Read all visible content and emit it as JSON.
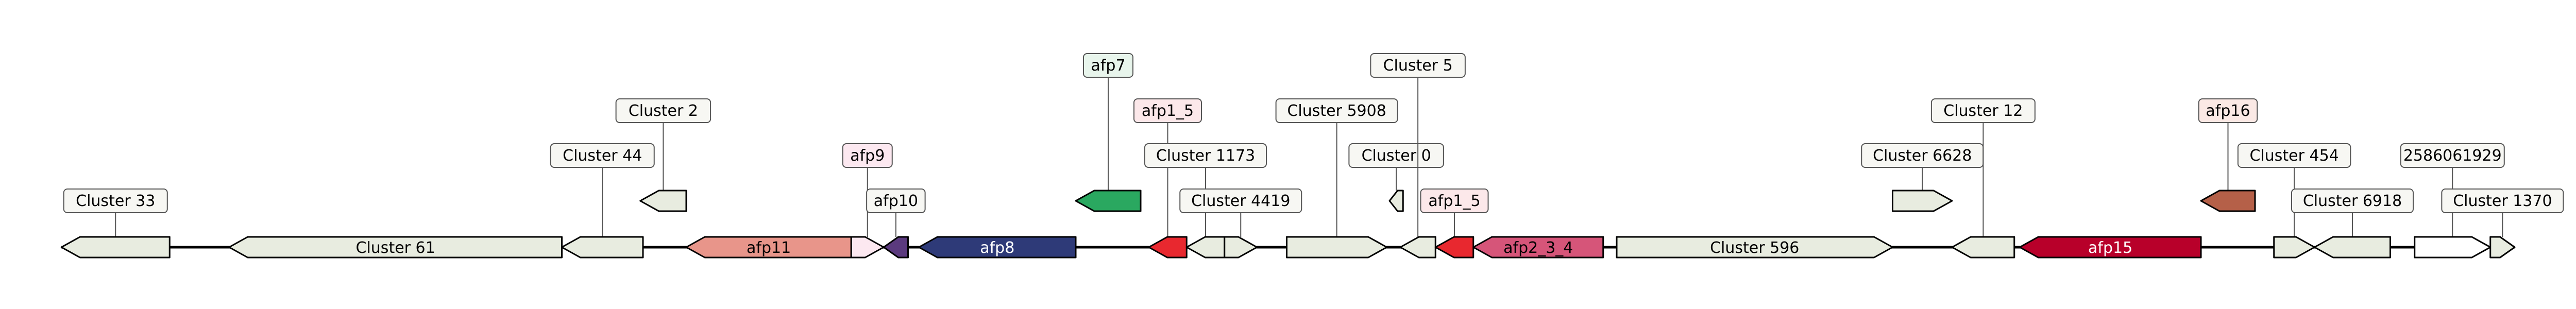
{
  "genes": [
    {
      "label": "Cluster 33",
      "start": 0.45,
      "end": 2.45,
      "dir": "rev",
      "fill": "#e8ece0",
      "label_pos": "callout",
      "row": 1
    },
    {
      "label": "Cluster 61",
      "start": 3.55,
      "end": 9.7,
      "dir": "rev",
      "fill": "#e8ece0",
      "label_pos": "inside"
    },
    {
      "label": "Cluster 44",
      "start": 9.7,
      "end": 11.2,
      "dir": "rev",
      "fill": "#e8ece0",
      "label_pos": "callout",
      "row": 2
    },
    {
      "label": "Cluster 2",
      "start": 11.15,
      "end": 12.0,
      "dir": "rev",
      "fill": "#e8ece0",
      "label_pos": "callout",
      "row": 3,
      "floating": true
    },
    {
      "label": "afp11",
      "start": 12.0,
      "end": 15.05,
      "dir": "rev",
      "fill": "#e8958a",
      "label_pos": "inside"
    },
    {
      "label": "afp9",
      "start": 15.05,
      "end": 15.65,
      "dir": "fwd",
      "fill": "#fce8f0",
      "label_pos": "callout",
      "row": 2,
      "callout_bg": "#fce8f0"
    },
    {
      "label": "afp10",
      "start": 15.65,
      "end": 16.1,
      "dir": "rev",
      "fill": "#5b3a7e",
      "label_pos": "callout",
      "row": 1
    },
    {
      "label": "afp8",
      "start": 16.3,
      "end": 19.2,
      "dir": "rev",
      "fill": "#2e3a78",
      "label_pos": "inside",
      "label_color": "#ffffff"
    },
    {
      "label": "afp7",
      "start": 19.2,
      "end": 20.4,
      "dir": "rev",
      "fill": "#2aa860",
      "label_pos": "callout",
      "row": 4,
      "floating": true,
      "callout_bg": "#e8f5ec"
    },
    {
      "label": "afp1_5",
      "start": 20.55,
      "end": 21.25,
      "dir": "rev",
      "fill": "#e8282f",
      "label_pos": "callout",
      "row": 3,
      "callout_bg": "#fce8ea"
    },
    {
      "label": "Cluster 1173",
      "start": 21.25,
      "end": 21.95,
      "dir": "rev",
      "fill": "#e8ece0",
      "label_pos": "callout",
      "row": 2
    },
    {
      "label": "Cluster 4419",
      "start": 21.95,
      "end": 22.55,
      "dir": "fwd",
      "fill": "#e8ece0",
      "label_pos": "callout",
      "row": 1
    },
    {
      "label": "Cluster 5908",
      "start": 23.1,
      "end": 24.95,
      "dir": "fwd",
      "fill": "#e8ece0",
      "label_pos": "callout",
      "row": 3
    },
    {
      "label": "Cluster 0",
      "start": 25.0,
      "end": 25.25,
      "dir": "rev",
      "fill": "#e8ece0",
      "label_pos": "callout",
      "row": 2,
      "floating": true
    },
    {
      "label": "Cluster 5",
      "start": 25.2,
      "end": 25.85,
      "dir": "rev",
      "fill": "#e8ece0",
      "label_pos": "callout",
      "row": 4
    },
    {
      "label": "afp1_5",
      "start": 25.85,
      "end": 26.55,
      "dir": "rev",
      "fill": "#e8282f",
      "label_pos": "callout",
      "row": 1,
      "callout_bg": "#fce8ea"
    },
    {
      "label": "afp2_3_4",
      "start": 26.55,
      "end": 28.95,
      "dir": "rev",
      "fill": "#d65579",
      "label_pos": "inside"
    },
    {
      "label": "Cluster 596",
      "start": 29.2,
      "end": 34.3,
      "dir": "fwd",
      "fill": "#e8ece0",
      "label_pos": "inside"
    },
    {
      "label": "Cluster 6628",
      "start": 34.3,
      "end": 35.4,
      "dir": "fwd",
      "fill": "#e8ece0",
      "label_pos": "callout",
      "row": 2,
      "floating": true
    },
    {
      "label": "Cluster 12",
      "start": 35.4,
      "end": 36.55,
      "dir": "rev",
      "fill": "#e8ece0",
      "label_pos": "callout",
      "row": 3
    },
    {
      "label": "afp15",
      "start": 36.65,
      "end": 40.0,
      "dir": "rev",
      "fill": "#b8002a",
      "label_pos": "inside",
      "label_color": "#ffffff"
    },
    {
      "label": "afp16",
      "start": 40.0,
      "end": 41.0,
      "dir": "rev",
      "fill": "#b56048",
      "label_pos": "callout",
      "row": 3,
      "floating": true,
      "callout_bg": "#fbe9e5"
    },
    {
      "label": "Cluster 454",
      "start": 41.35,
      "end": 42.1,
      "dir": "fwd",
      "fill": "#e8ece0",
      "label_pos": "callout",
      "row": 2
    },
    {
      "label": "Cluster 6918",
      "start": 42.1,
      "end": 43.5,
      "dir": "rev",
      "fill": "#e8ece0",
      "label_pos": "callout",
      "row": 1
    },
    {
      "label": "2586061929",
      "start": 43.95,
      "end": 45.35,
      "dir": "fwd",
      "fill": "#ffffff",
      "label_pos": "callout",
      "row": 2
    },
    {
      "label": "Cluster 1370",
      "start": 45.35,
      "end": 45.8,
      "dir": "fwd",
      "fill": "#e8ece0",
      "label_pos": "callout",
      "row": 1
    }
  ],
  "backbone": {
    "start": 0.45,
    "end": 45.8
  }
}
